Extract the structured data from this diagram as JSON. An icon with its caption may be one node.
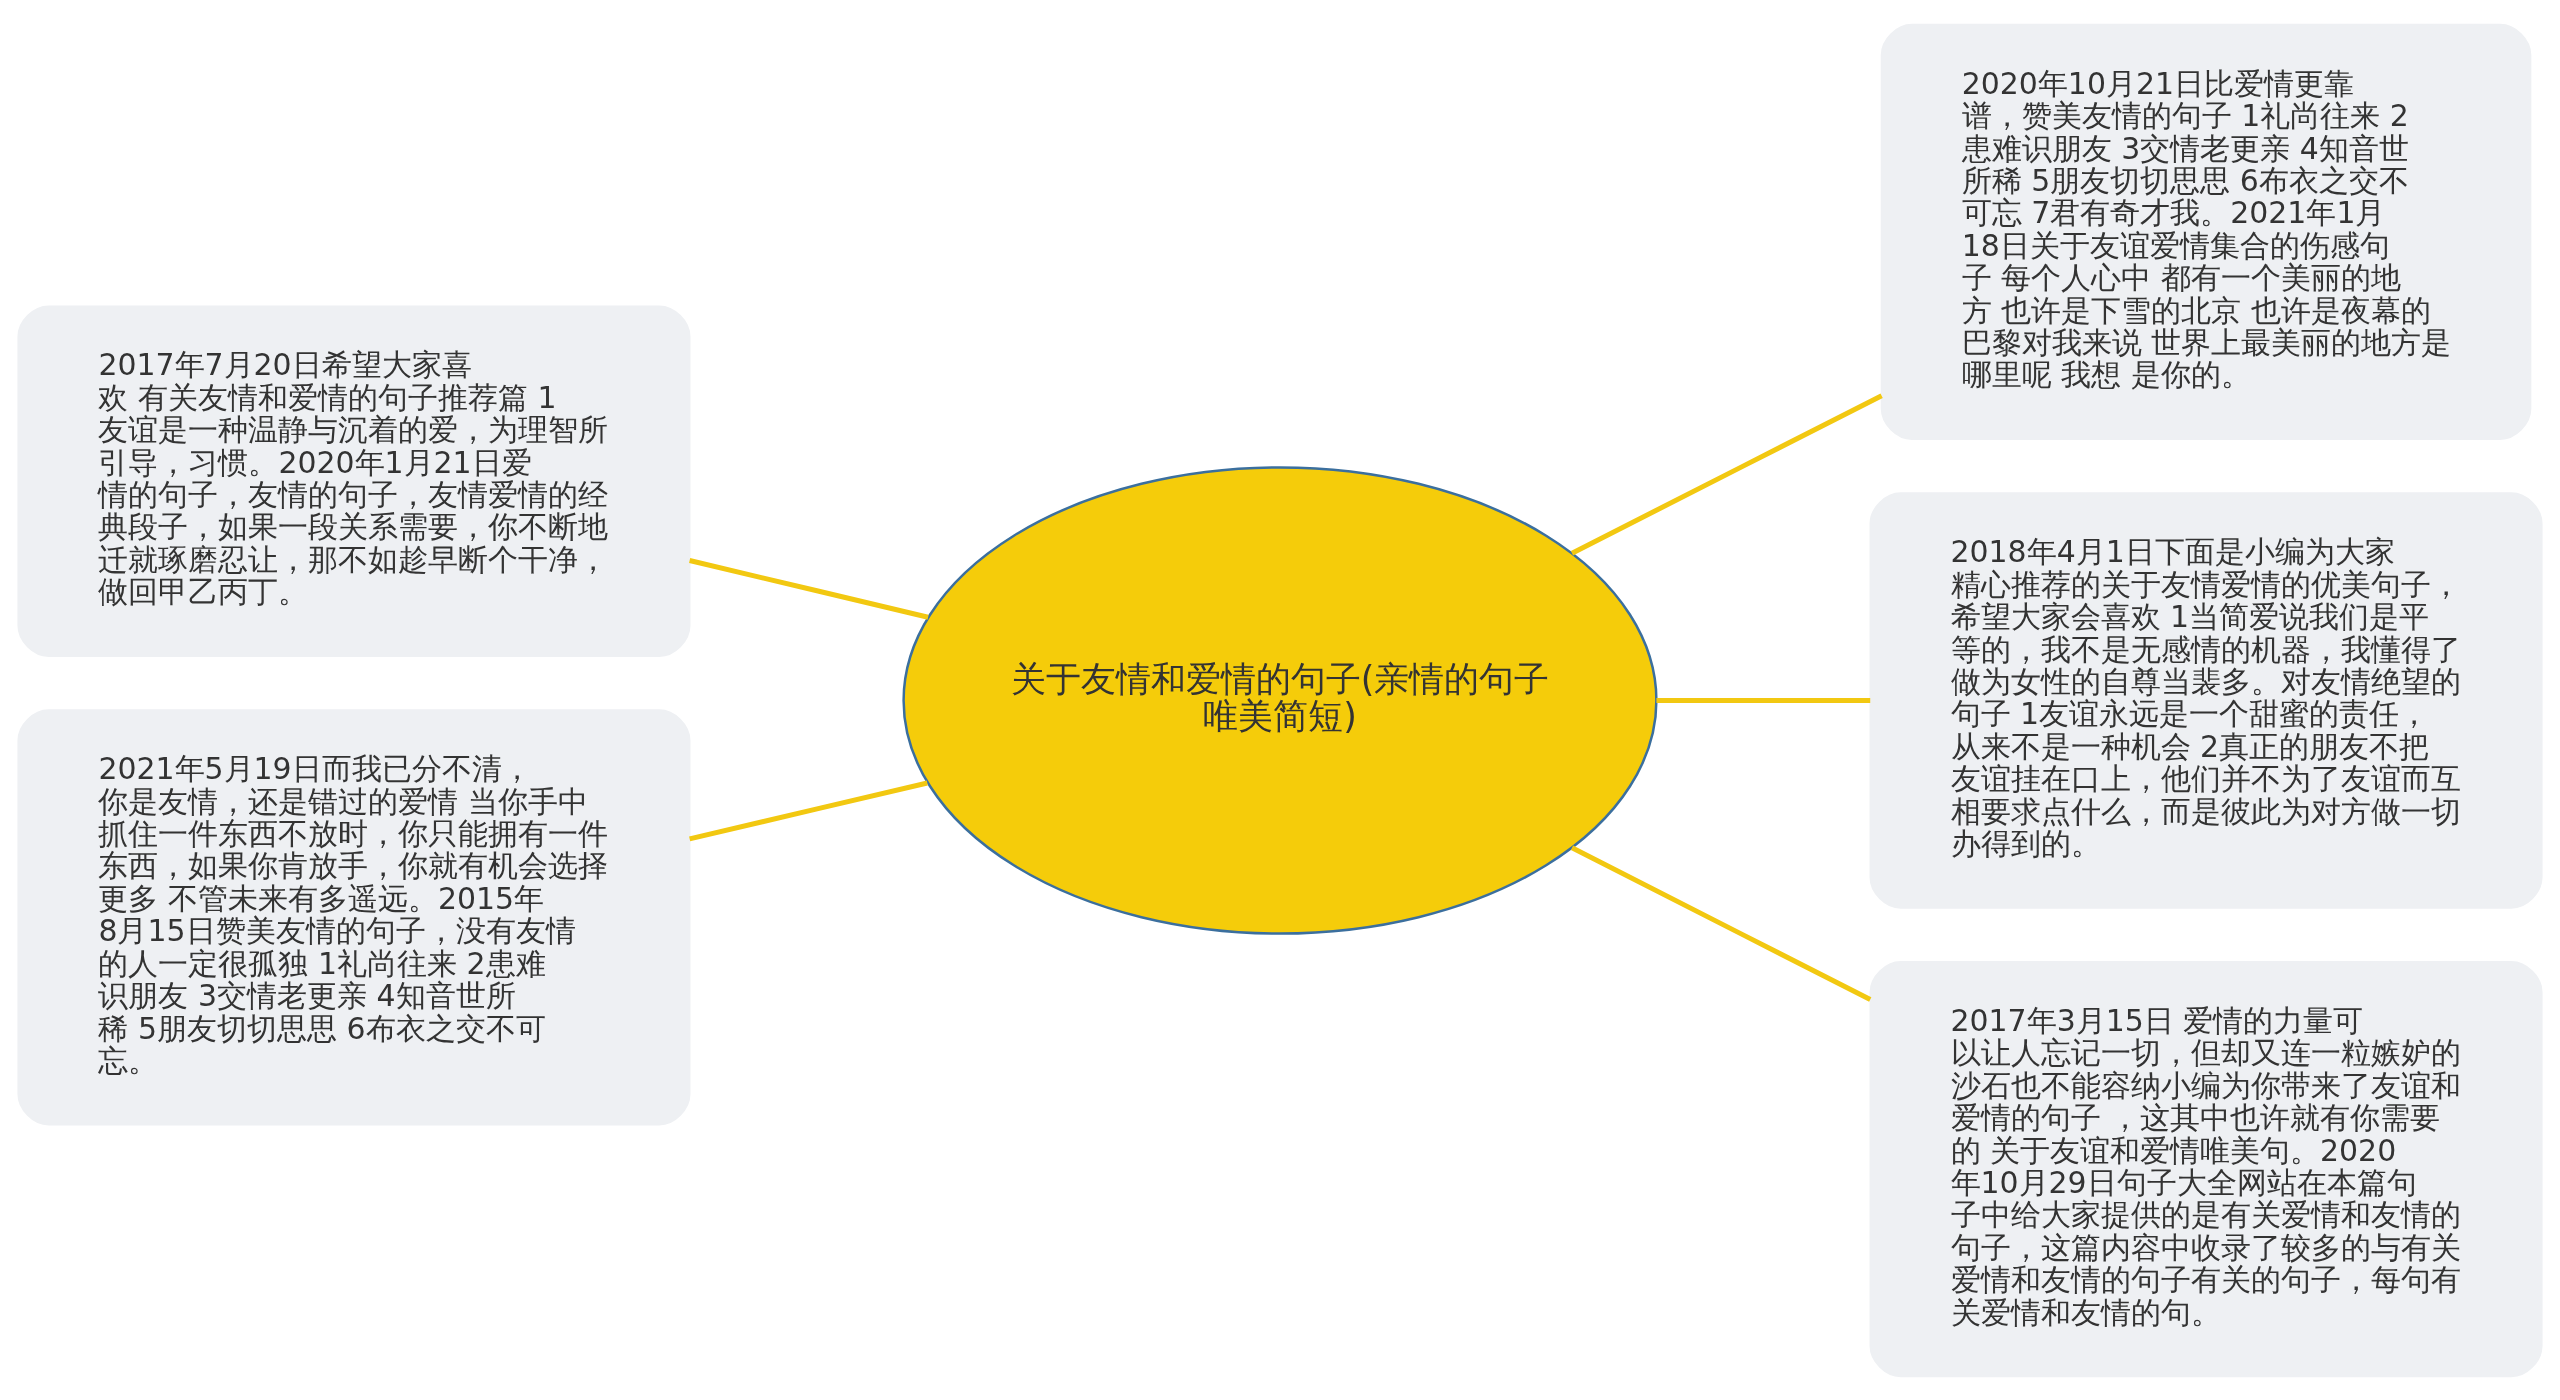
{
  "diagram": {
    "nodes": [
      {
        "text": [
          "关于友情和爱情的句子(亲情的句子唯美简短)"
        ]
      },
      {
        "text": [
          "2017年7月20日希望大家喜欢 有关友情和爱情的句子推荐篇 1友谊是一种温静与沉着的爱，为理智所引导，习惯。2020年1月21日爱情的句子，友情的句子，友情爱情的经典段子，如果一段关系需要，你不断地迁就琢磨忍让，那不如趁早断个干净，做回甲乙丙丁。"
        ]
      },
      {
        "text": [
          "2021年5月19日而我已分不清，你是友情，还是错过的爱情 当你手中抓住一件东西不放时，你只能拥有一件东西，如果你肯放手，你就有机会选择更多 不管未来有多遥远。2015年8月15日赞美友情的句子，没有友情的人一定很孤独 1礼尚往来 2患难识朋友 3交情老更亲 4知音世所稀 5朋友切切思思 6布衣之交不可忘。"
        ]
      },
      {
        "text": [
          "2020年10月21日比爱情更靠谱，赞美友情的句子 1礼尚往来 2患难识朋友 3交情老更亲 4知音世所稀 5朋友切切思思 6布衣之交不可忘 7君有奇才我。2021年1月18日关于友谊爱情集合的伤感句子 每个人心中 都有一个美丽的地方 也许是下雪的北京 也许是夜幕的巴黎对我来说 世界上最美丽的地方是哪里呢 我想 是你的。"
        ]
      },
      {
        "text": [
          "2018年4月1日下面是小编为大家精心推荐的关于友情爱情的优美句子，希望大家会喜欢 1当简爱说我们是平等的，我不是无感情的机器，我懂得了做为女性的自尊当裴多。对友情绝望的句子 1友谊永远是一个甜蜜的责任，从来不是一种机会 2真正的朋友不把友谊挂在口上，他们并不为了友谊而互相要求点什么，而是彼此为对方做一切办得到的。"
        ]
      },
      {
        "text": [
          "2017年3月15日 爱情的力量可以让人忘记一切，但却又连一粒嫉妒的沙石也不能容纳小编为你带来了友谊和爱情的句子 ，这其中也许就有你需要的 关于友谊和爱情唯美句。2020年10月29日句子大全网站在本篇句子中给大家提供的是有关爱情和友情的句子，这篇内容中收录了较多的与有关爱情和友情的句子有关的句子，每句有关爱情和友情的句。"
        ]
      }
    ],
    "edges": [
      {
        "from": 0,
        "to": 1,
        "arrow": "none"
      },
      {
        "from": 0,
        "to": 2,
        "arrow": "none"
      },
      {
        "from": 0,
        "to": 3,
        "arrow": "none"
      },
      {
        "from": 0,
        "to": 4,
        "arrow": "none"
      },
      {
        "from": 0,
        "to": 5,
        "arrow": "none"
      }
    ]
  }
}
